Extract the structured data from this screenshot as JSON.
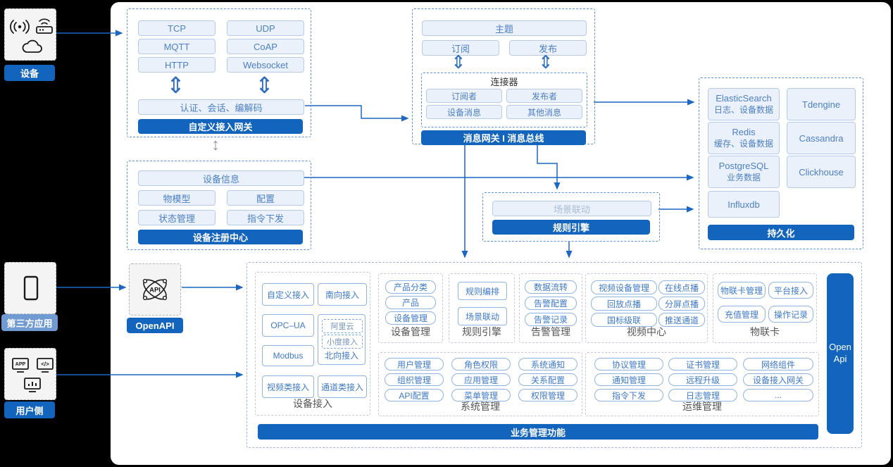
{
  "colors": {
    "accent": "#1264BD",
    "arrow": "#1C67C4",
    "pill_text": "#4D80C5",
    "pill_bg": "#EAF1FA",
    "white_pill_border": "#8FB4E3",
    "third_party_label_bg": "#6F9AD2"
  },
  "left_rail": {
    "device": {
      "label": "设备",
      "icons": [
        "antenna-icon",
        "router-icon",
        "cloud-icon"
      ]
    },
    "third_party": {
      "label": "第三方应用",
      "icons": [
        "phone-icon"
      ]
    },
    "user_side": {
      "label": "用户侧",
      "icons": [
        "app-monitor-icon",
        "code-monitor-icon",
        "chart-monitor-icon"
      ]
    }
  },
  "gateway": {
    "pills": [
      "TCP",
      "UDP",
      "MQTT",
      "CoAP",
      "HTTP",
      "Websocket"
    ],
    "auth_pill": "认证、会话、编解码",
    "banner": "自定义接入网关"
  },
  "registry": {
    "info_pill": "设备信息",
    "pills": [
      "物模型",
      "配置",
      "状态管理",
      "指令下发"
    ],
    "banner": "设备注册中心"
  },
  "bus": {
    "topic": "主题",
    "subscribe": "订阅",
    "publish": "发布",
    "connector": {
      "title": "连接器",
      "pills": [
        "订阅者",
        "发布者",
        "设备消息",
        "其他消息"
      ]
    },
    "banner": "消息网关 I 消息总线"
  },
  "persistence": {
    "cells": [
      {
        "name": "ElasticSearch",
        "sub": "日志、设备数据"
      },
      {
        "name": "Tdengine",
        "sub": ""
      },
      {
        "name": "Redis",
        "sub": "缓存、设备数据"
      },
      {
        "name": "Cassandra",
        "sub": ""
      },
      {
        "name": "PostgreSQL",
        "sub": "业务数据"
      },
      {
        "name": "Clickhouse",
        "sub": ""
      },
      {
        "name": "Influxdb",
        "sub": ""
      }
    ],
    "banner": "持久化"
  },
  "rule_mid": {
    "pill": "场景联动",
    "banner": "规则引擎"
  },
  "openapi": {
    "label": "OpenAPI"
  },
  "biz": {
    "banner": "业务管理功能",
    "open_api": "Open Api",
    "device_access": {
      "label": "设备接入",
      "pills": [
        "自定义接入",
        "南向接入",
        "OPC–UA",
        "Modbus",
        "视频类接入",
        "通道类接入"
      ],
      "north": {
        "dashed": [
          "阿里云",
          "小度接入"
        ],
        "label": "北向接入"
      }
    },
    "device_mgmt": {
      "label": "设备管理",
      "pills": [
        "产品分类",
        "产品",
        "设备管理"
      ]
    },
    "rule": {
      "label": "规则引擎",
      "pills": [
        "规则编排",
        "场景联动"
      ]
    },
    "alarm": {
      "label": "告警管理",
      "pills": [
        "数据流转",
        "告警配置",
        "告警记录"
      ]
    },
    "video": {
      "label": "视频中心",
      "pills": [
        "视频设备管理",
        "在线点播",
        "回放点播",
        "分屏点播",
        "国标级联",
        "推送通道"
      ]
    },
    "card": {
      "label": "物联卡",
      "pills": [
        "物联卡管理",
        "平台接入",
        "充值管理",
        "操作记录"
      ]
    },
    "system": {
      "label": "系统管理",
      "pills": [
        "用户管理",
        "角色权限",
        "系统通知",
        "组织管理",
        "应用管理",
        "关系配置",
        "API配置",
        "菜单管理",
        "权限管理"
      ]
    },
    "ops": {
      "label": "运维管理",
      "pills": [
        "协议管理",
        "证书管理",
        "网络组件",
        "通知管理",
        "远程升级",
        "设备接入网关",
        "指令下发",
        "日志管理",
        "..."
      ]
    }
  }
}
